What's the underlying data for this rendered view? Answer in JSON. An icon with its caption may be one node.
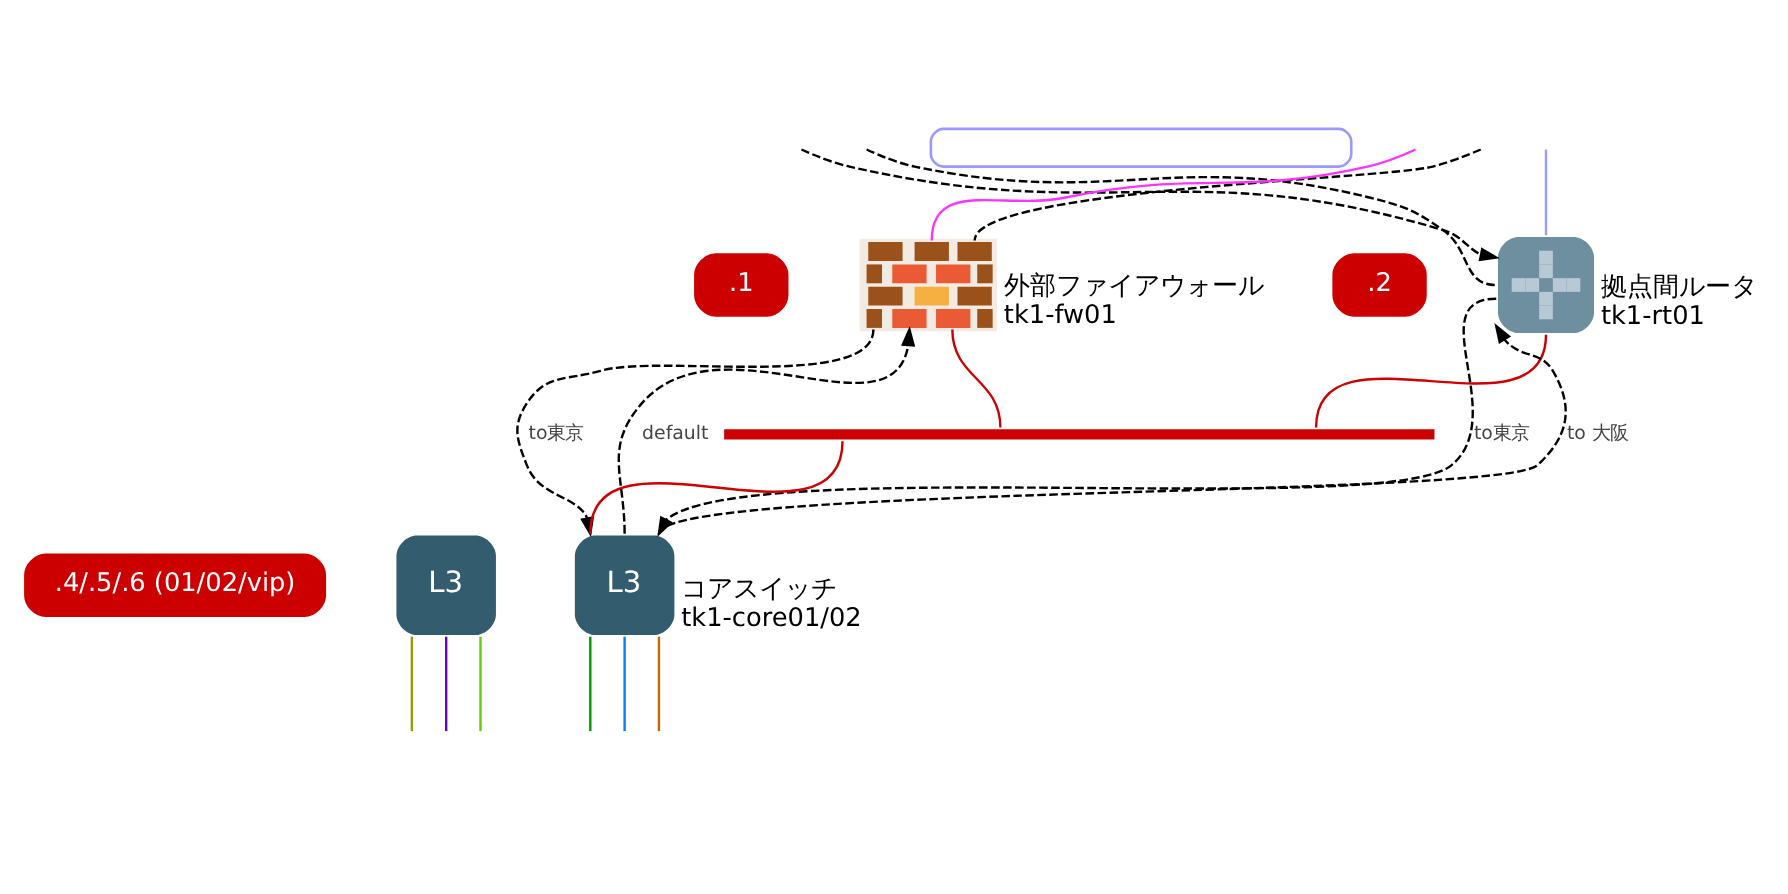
{
  "diagram": {
    "nodes": [
      {
        "text": [],
        "shape": "box"
      },
      {
        "text": [
          "外部ファイアウォール",
          "tk1-fw01"
        ]
      },
      {
        "text": [
          "拠点間ルータ",
          "tk1-rt01"
        ]
      },
      {
        "text": [
          ".1"
        ]
      },
      {
        "text": [
          ".2"
        ]
      },
      {
        "text": [],
        "shape": "bar"
      },
      {
        "text": [
          ".4/.5/.6 (01/02/vip)"
        ]
      },
      {
        "text": [
          "L3",
          "コアスイッチ",
          "tk1-core01/02"
        ]
      },
      {
        "text": [
          "L3"
        ]
      }
    ],
    "edges": [
      {
        "from": null,
        "to": 2,
        "arrow": "to",
        "style": "dashed"
      },
      {
        "from": null,
        "to": 2,
        "arrow": "none",
        "style": "dashed"
      },
      {
        "from": null,
        "to": 1,
        "arrow": "none",
        "style": "dashed"
      },
      {
        "from": null,
        "to": 1,
        "arrow": "none",
        "color": "#ff33ff"
      },
      {
        "from": null,
        "to": 2,
        "arrow": "none",
        "color": "#9999ff"
      },
      {
        "from": 1,
        "to": 5,
        "arrow": "none",
        "color": "#cc0000"
      },
      {
        "from": 2,
        "to": 5,
        "arrow": "none",
        "color": "#cc0000"
      },
      {
        "from": 5,
        "to": 7,
        "arrow": "none",
        "color": "#cc0000"
      },
      {
        "from": 1,
        "to": 7,
        "arrow": "to",
        "style": "dashed",
        "label": "to東京"
      },
      {
        "from": 7,
        "to": 1,
        "arrow": "to",
        "style": "dashed",
        "label": "default"
      },
      {
        "from": 2,
        "to": 7,
        "arrow": "to",
        "style": "dashed",
        "label": "to東京"
      },
      {
        "from": 7,
        "to": 2,
        "arrow": "to",
        "style": "dashed",
        "label": "to 大阪"
      },
      {
        "from": 8,
        "to": null,
        "arrow": "none",
        "color": "#999900"
      },
      {
        "from": 8,
        "to": null,
        "arrow": "none",
        "color": "#6600cc"
      },
      {
        "from": 8,
        "to": null,
        "arrow": "none",
        "color": "#66cc00"
      },
      {
        "from": 7,
        "to": null,
        "arrow": "none",
        "color": "#009900"
      },
      {
        "from": 7,
        "to": null,
        "arrow": "none",
        "color": "#007fff"
      },
      {
        "from": 7,
        "to": null,
        "arrow": "none",
        "color": "#cc6600"
      }
    ]
  }
}
